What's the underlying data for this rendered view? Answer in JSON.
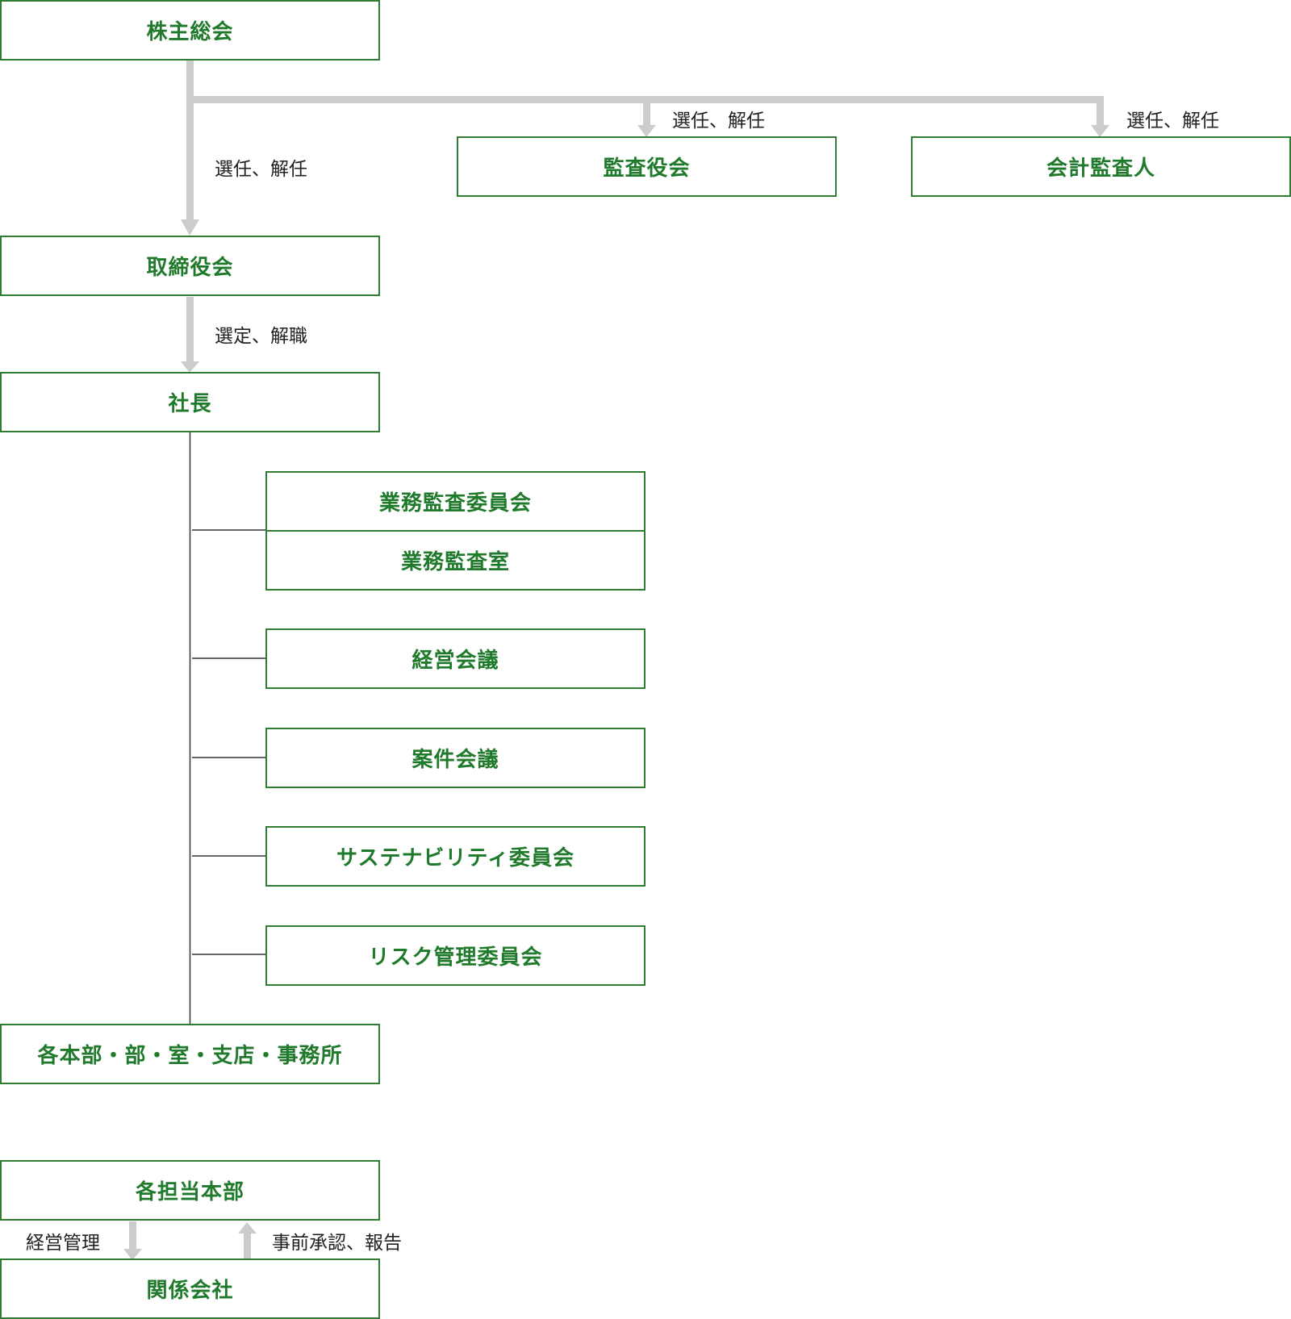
{
  "colors": {
    "box_border": "#2e7d32",
    "box_text": "#1f7a2b",
    "arrow": "#cccccc",
    "line": "#333333"
  },
  "nodes": {
    "shareholders": "株主総会",
    "audit_board": "監査役会",
    "accounting_auditor": "会計監査人",
    "board": "取締役会",
    "president": "社長",
    "ops_audit_committee": "業務監査委員会",
    "ops_audit_office": "業務監査室",
    "management_meeting": "経営会議",
    "project_meeting": "案件会議",
    "sustainability_committee": "サステナビリティ委員会",
    "risk_committee": "リスク管理委員会",
    "departments": "各本部・部・室・支店・事務所",
    "divisions": "各担当本部",
    "affiliates": "関係会社"
  },
  "labels": {
    "elect_audit": "選任、解任",
    "elect_accounting": "選任、解任",
    "elect_board": "選任、解任",
    "select_president": "選定、解職",
    "management_control": "経営管理",
    "approval_report": "事前承認、報告"
  }
}
